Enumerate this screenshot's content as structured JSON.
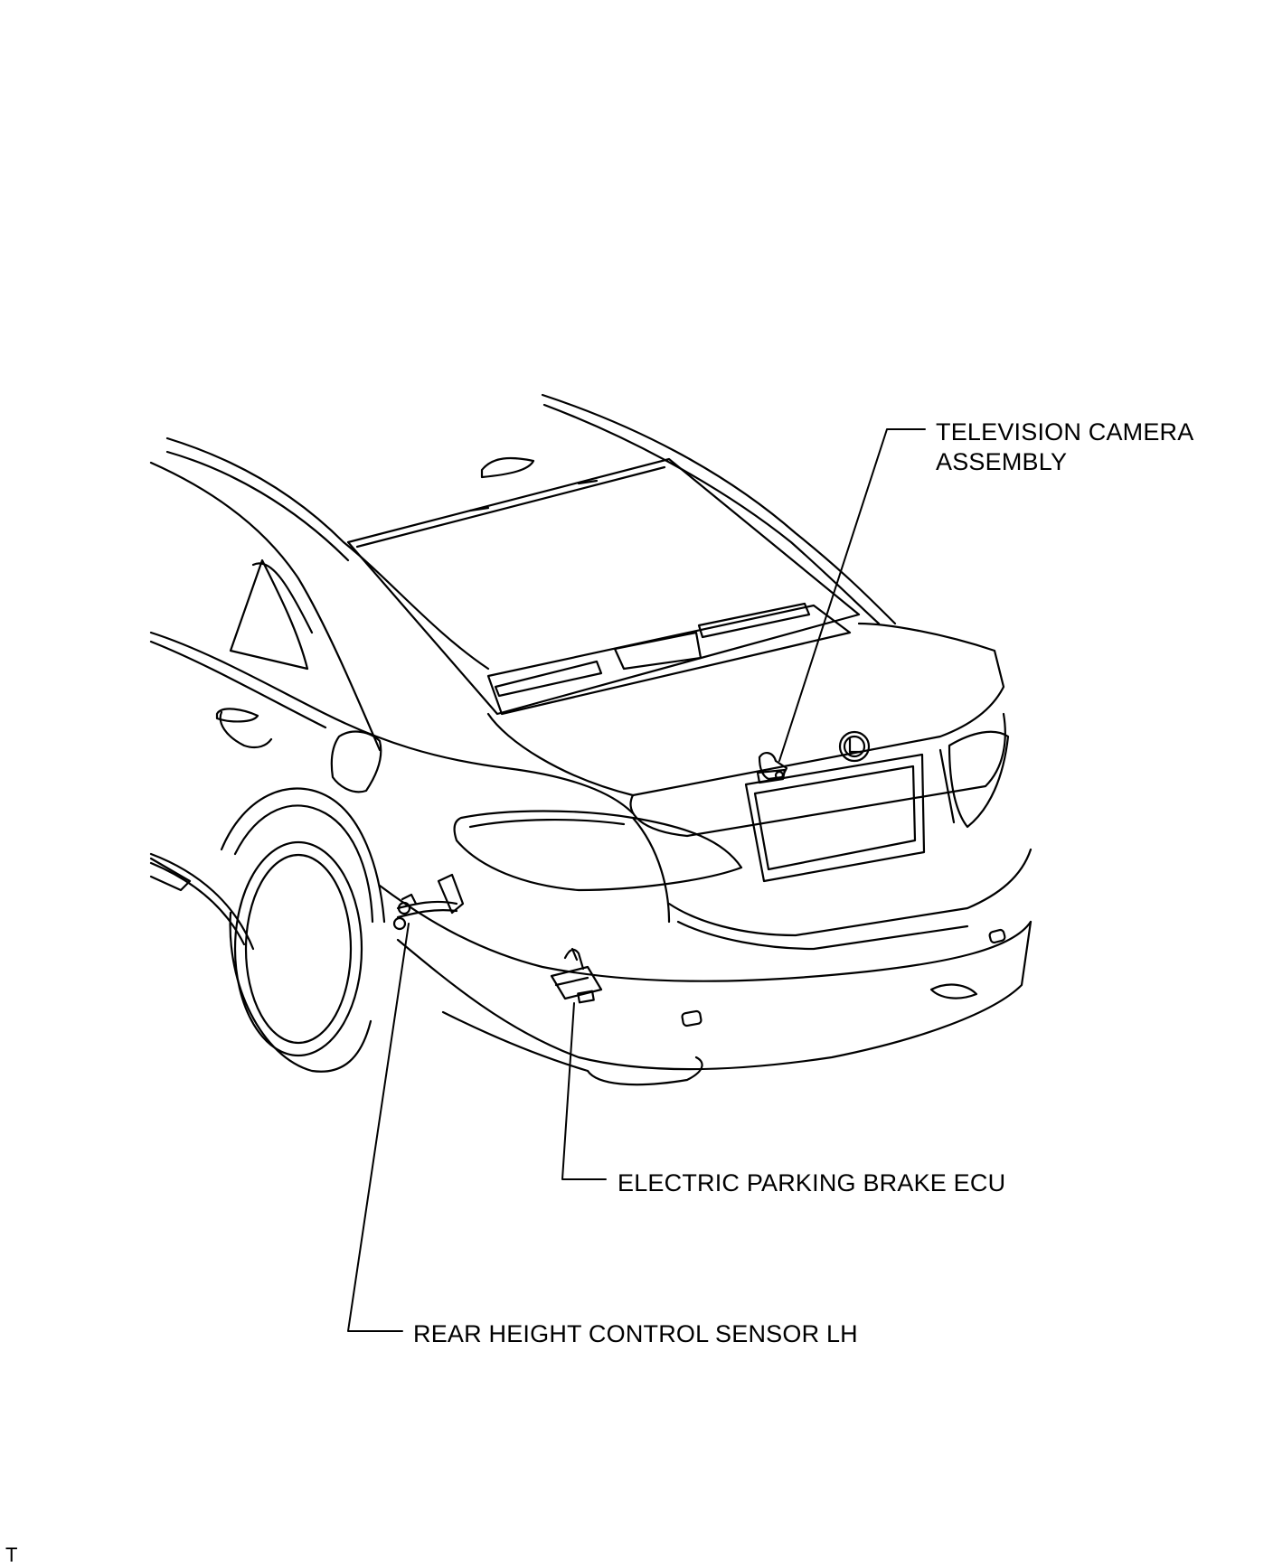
{
  "callouts": {
    "television_camera": {
      "line1": "TELEVISION CAMERA",
      "line2": "ASSEMBLY"
    },
    "parking_brake_ecu": "ELECTRIC PARKING BRAKE ECU",
    "rear_height_sensor": "REAR HEIGHT CONTROL SENSOR LH"
  },
  "figure_code": "T",
  "colors": {
    "line": "#000000",
    "background": "#ffffff"
  },
  "illustration": "rear three-quarter view of sedan showing component locations"
}
